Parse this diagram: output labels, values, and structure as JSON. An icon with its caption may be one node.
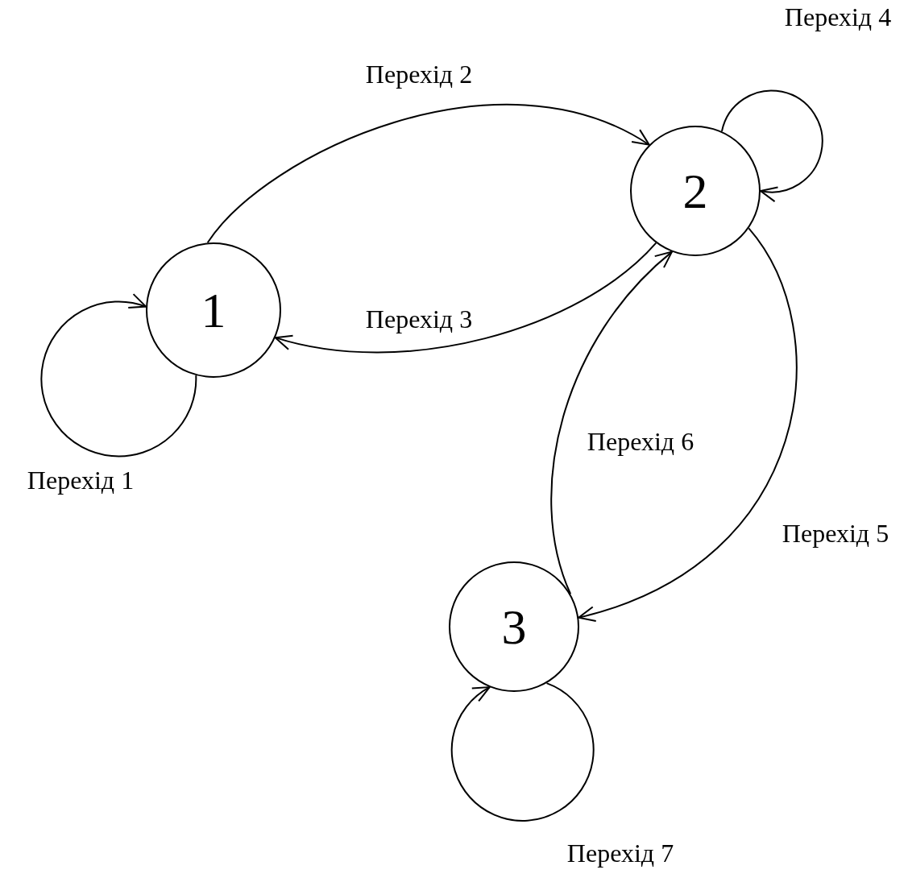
{
  "diagram": {
    "nodes": [
      {
        "text": [
          "1"
        ]
      },
      {
        "text": [
          "2"
        ]
      },
      {
        "text": [
          "3"
        ]
      }
    ],
    "edges": [
      {
        "from": 0,
        "to": 0,
        "arrow": "to",
        "label": "Перехід 1"
      },
      {
        "from": 0,
        "to": 1,
        "arrow": "to",
        "label": "Перехід 2"
      },
      {
        "from": 1,
        "to": 0,
        "arrow": "to",
        "label": "Перехід 3"
      },
      {
        "from": 1,
        "to": 1,
        "arrow": "to",
        "label": "Перехід 4"
      },
      {
        "from": 1,
        "to": 2,
        "arrow": "to",
        "label": "Перехід 5"
      },
      {
        "from": 2,
        "to": 1,
        "arrow": "to",
        "label": "Перехід 6"
      },
      {
        "from": 2,
        "to": 2,
        "arrow": "to",
        "label": "Перехід 7"
      }
    ]
  }
}
